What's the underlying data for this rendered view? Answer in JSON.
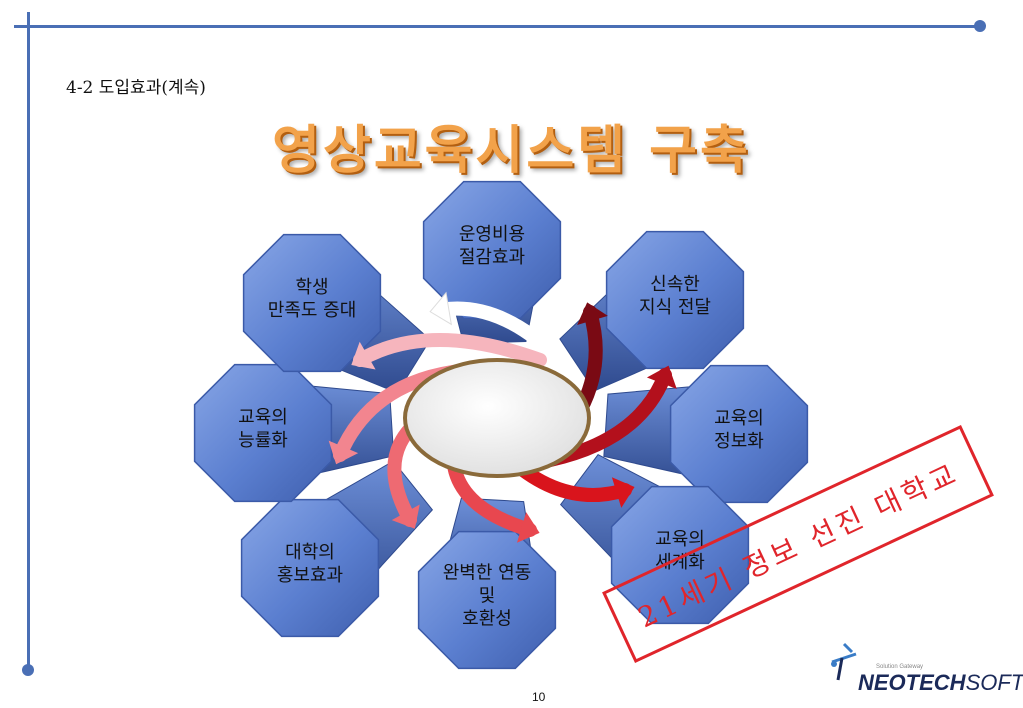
{
  "subtitle": "4-2 도입효과(계속)",
  "title": "영상교육시스템 구축",
  "nodes": [
    {
      "label": "운영비용\n절감효과"
    },
    {
      "label": "신속한\n지식 전달"
    },
    {
      "label": "교육의\n정보화"
    },
    {
      "label": "교육의\n세계화"
    },
    {
      "label": "완벽한 연동\n및\n호환성"
    },
    {
      "label": "대학의\n홍보효과"
    },
    {
      "label": "교육의\n능률화"
    },
    {
      "label": "학생\n만족도 증대"
    }
  ],
  "stamp": "21세기 정보 선진 대학교",
  "page_number": "10",
  "logo": {
    "tagline": "Solution Gateway",
    "brand_bold": "NEOTECH",
    "brand_light": "SOFT"
  },
  "colors": {
    "rule": "#4a6fb5",
    "title": "#f2a24a",
    "node": "#5b7fd0",
    "stamp": "#e0252b"
  }
}
